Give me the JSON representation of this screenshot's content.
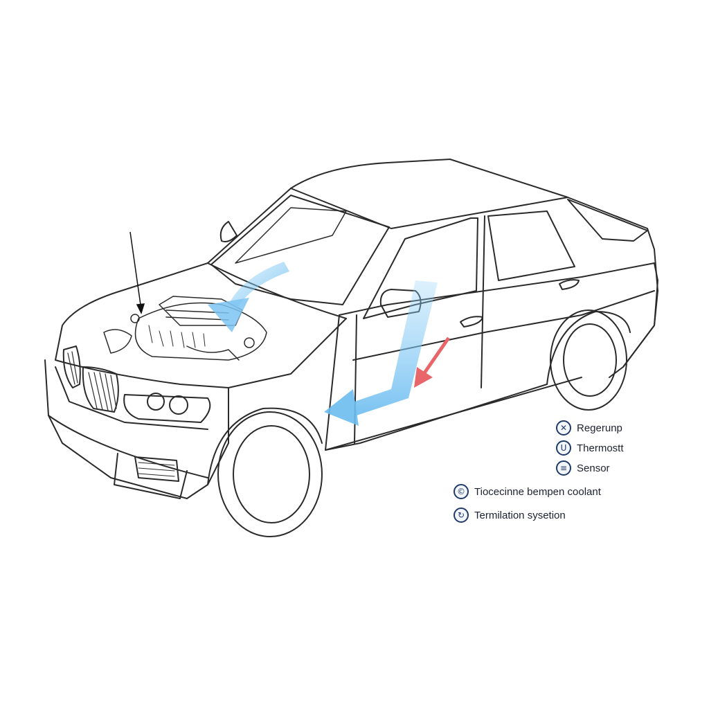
{
  "legend": {
    "items": [
      {
        "label": "Regerunp",
        "icon": "fan-icon",
        "glyph": "✕"
      },
      {
        "label": "Thermostt",
        "icon": "thermostat-icon",
        "glyph": "U"
      },
      {
        "label": "Sensor",
        "icon": "sensor-icon",
        "glyph": "≡"
      },
      {
        "label": "Tiocecinne bempen coolant",
        "icon": "coolant-icon",
        "glyph": "©"
      },
      {
        "label": "Termilation sysetion",
        "icon": "system-icon",
        "glyph": "↻"
      }
    ]
  },
  "colors": {
    "airflow": "#7cc4f2",
    "hot_flow": "#e8666a",
    "line": "#2a2a2a",
    "icon": "#1f3a6b"
  }
}
